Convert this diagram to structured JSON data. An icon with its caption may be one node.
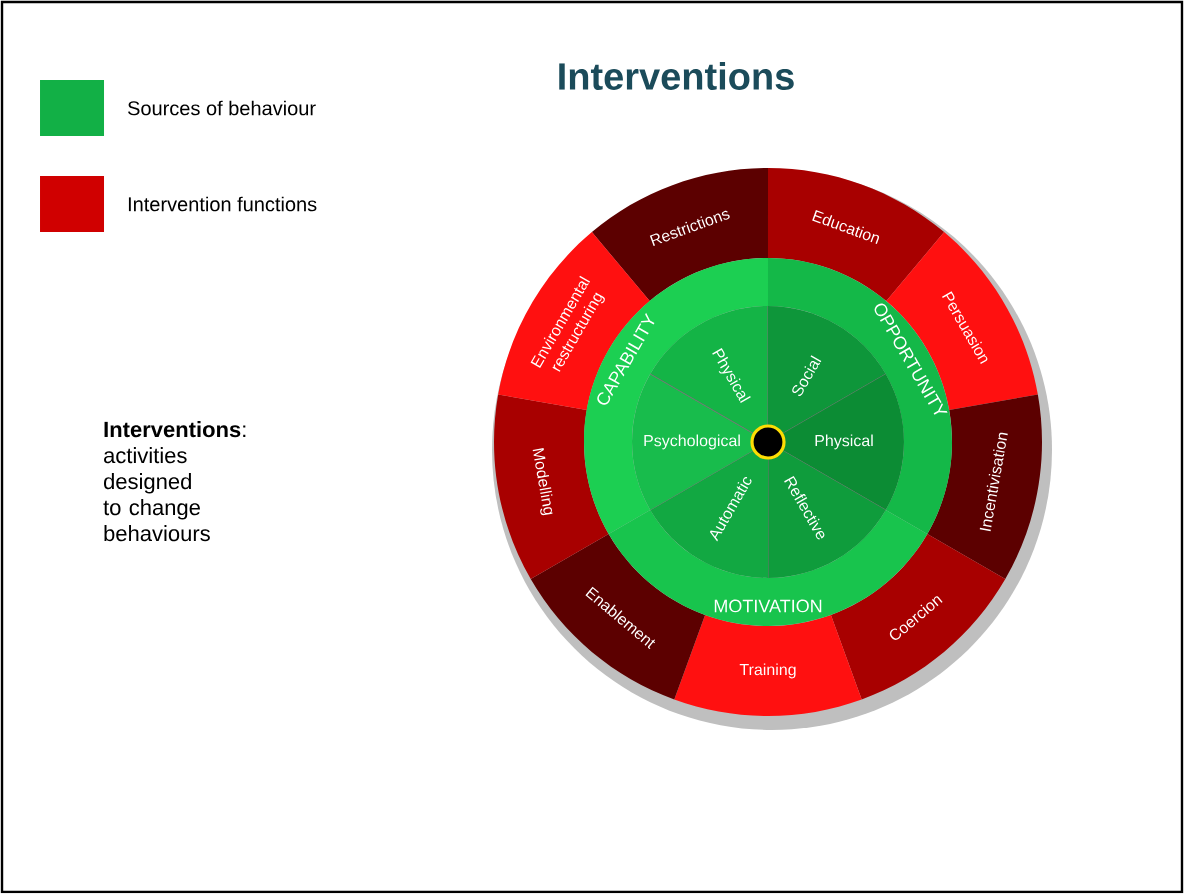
{
  "diagram": {
    "title": "Interventions",
    "nodes": [
      {
        "text": [
          "Restrictions"
        ]
      },
      {
        "text": [
          "Education"
        ]
      },
      {
        "text": [
          "Persuasion"
        ]
      },
      {
        "text": [
          "Incentivisation"
        ]
      },
      {
        "text": [
          "Coercion"
        ]
      },
      {
        "text": [
          "Training"
        ]
      },
      {
        "text": [
          "Enablement"
        ]
      },
      {
        "text": [
          "Modelling"
        ]
      },
      {
        "text": [
          "Environmental restructuring"
        ]
      },
      {
        "text": [
          "CAPABILITY"
        ]
      },
      {
        "text": [
          "OPPORTUNITY"
        ]
      },
      {
        "text": [
          "MOTIVATION"
        ]
      },
      {
        "text": [
          "Physical"
        ]
      },
      {
        "text": [
          "Social"
        ]
      },
      {
        "text": [
          "Physical"
        ]
      },
      {
        "text": [
          "Reflective"
        ]
      },
      {
        "text": [
          "Automatic"
        ]
      },
      {
        "text": [
          "Psychological"
        ]
      }
    ],
    "labels": [
      "**Interventions**: activities designed to change behaviours"
    ],
    "legend": [
      {
        "text": "Sources of behaviour",
        "color": "#12b046"
      },
      {
        "text": "Intervention functions",
        "color": "#d00000"
      }
    ]
  }
}
